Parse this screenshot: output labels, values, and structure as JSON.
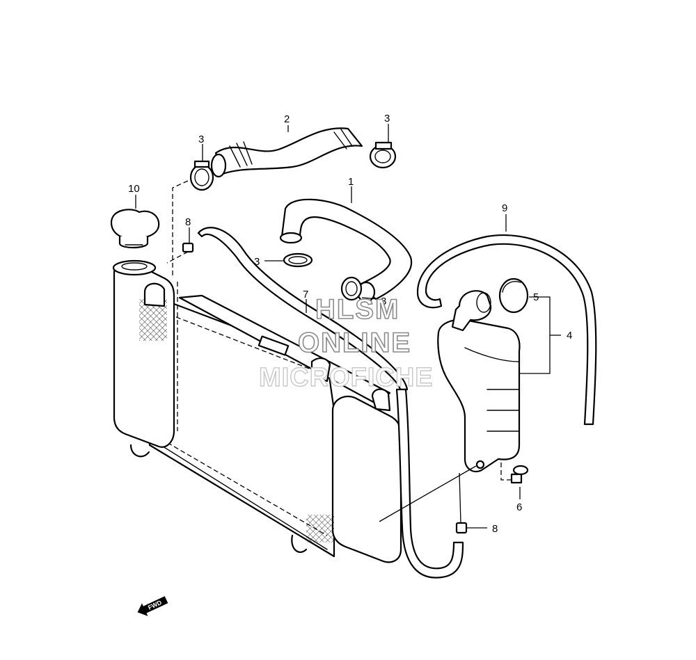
{
  "callouts": {
    "c1": "1",
    "c2": "2",
    "c3a": "3",
    "c3b": "3",
    "c3c": "3",
    "c3d": "3",
    "c4": "4",
    "c5": "5",
    "c6": "6",
    "c7": "7",
    "c8a": "8",
    "c8b": "8",
    "c9": "9",
    "c10": "10"
  },
  "watermark": {
    "line1": "HLSM",
    "line2": "ONLINE",
    "line3": "MICROFICHE"
  },
  "direction_badge": "FWD"
}
